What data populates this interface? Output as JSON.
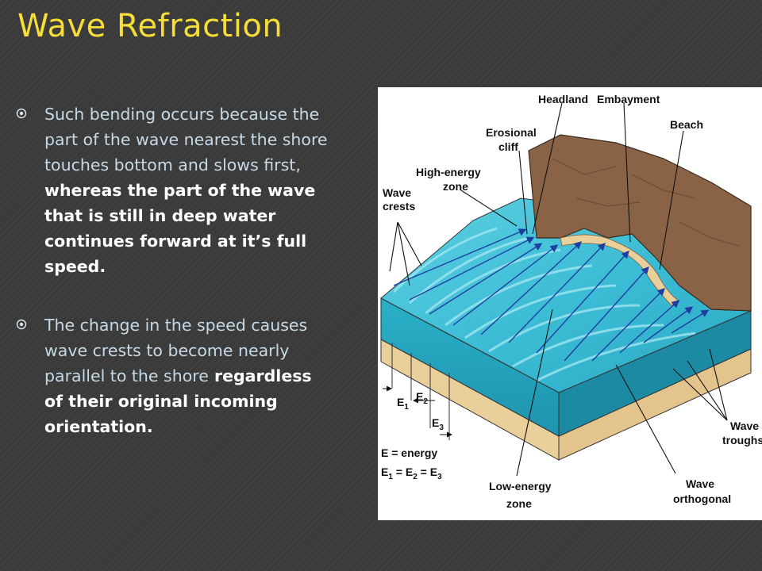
{
  "slide": {
    "title": "Wave Refraction"
  },
  "bullets": [
    {
      "part1": "Such bending occurs because the part of the wave nearest the shore touches bottom and slows first,",
      "part2": " whereas the part of the wave that is still in deep water continues forward at it’s full speed."
    },
    {
      "part1": "The change in the speed causes wave crests to become nearly parallel to the shore",
      "part2": " regardless of their original incoming orientation."
    }
  ],
  "diagram": {
    "labels": {
      "headland": "Headland",
      "embayment": "Embayment",
      "beach": "Beach",
      "erosional1": "Erosional",
      "erosional2": "cliff",
      "highenergy1": "High-energy",
      "highenergy2": "zone",
      "wavecrests1": "Wave",
      "wavecrests2": "crests",
      "wavetroughs1": "Wave",
      "wavetroughs2": "troughs",
      "lowenergy1": "Low-energy",
      "lowenergy2": "zone",
      "orthogonal1": "Wave",
      "orthogonal2": "orthogonal",
      "e1": "E",
      "e1sub": "1",
      "e2": "E",
      "e2sub": "2",
      "e3": "E",
      "e3sub": "3",
      "eq1": "E = energy",
      "eq2": "E",
      "eq2s1": "1",
      "eq2b": " = E",
      "eq2s2": "2",
      "eq2c": " = E",
      "eq2s3": "3"
    }
  },
  "colors": {
    "background": "#3a3a3a",
    "title": "#f7dd38",
    "water": "#3cc0d6",
    "land": "#8a6347",
    "sand": "#e9cf9a"
  }
}
